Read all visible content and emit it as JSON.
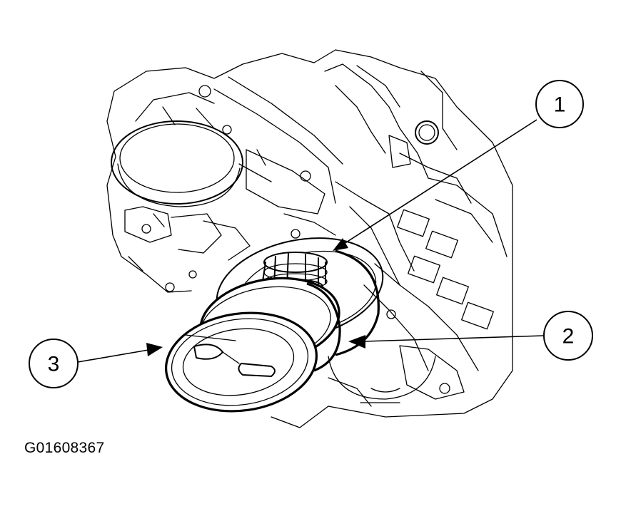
{
  "figure": {
    "id_code": "G01608367"
  },
  "callouts": [
    {
      "number": "1"
    },
    {
      "number": "2"
    },
    {
      "number": "3"
    }
  ]
}
